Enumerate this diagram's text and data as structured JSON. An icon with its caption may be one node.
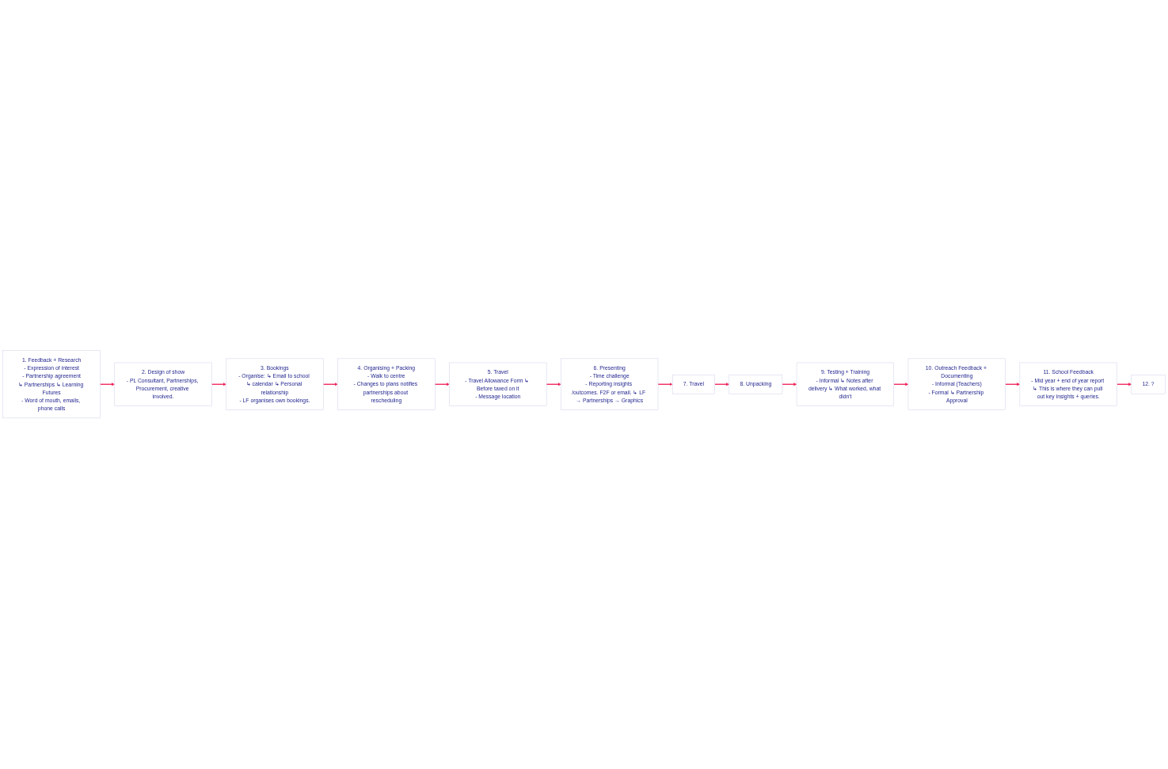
{
  "diagram": {
    "nodes": [
      {
        "text": [
          "1. Feedback + Research",
          "- Expression of interest",
          "- Partnership agreement",
          "↳ Partnerships ↳ Learning Futures",
          "- Word of mouth, emails, phone calls"
        ]
      },
      {
        "text": [
          "2. Design of show",
          "- PL Consultant, Partnerships, Procurement, creative involved."
        ]
      },
      {
        "text": [
          "3. Bookings",
          "- Organise: ↳ Email to school ↳ calendar ↳ Personal relationship",
          "- LF organises own bookings."
        ]
      },
      {
        "text": [
          "4. Organising + Packing",
          "- Walk to centre",
          "- Changes to plans notifies partnerships about rescheduling"
        ]
      },
      {
        "text": [
          "5. Travel",
          "- Travel Allowance Form ↳ Before taxed on it",
          "- Message location"
        ]
      },
      {
        "text": [
          "6. Presenting",
          "- Time challenge",
          "- Reporting insights /outcomes. F2F or email. ↳ LF → Partnerships → Graphics"
        ]
      },
      {
        "text": [
          "7. Travel"
        ]
      },
      {
        "text": [
          "8. Unpacking"
        ]
      },
      {
        "text": [
          "9. Testing + Training",
          "- Informal ↳ Notes after delivery ↳ What worked, what didn't"
        ]
      },
      {
        "text": [
          "10. Outreach Feedback + Documenting",
          "- Informal (Teachers)",
          "- Formal ↳ Partnership Approval"
        ]
      },
      {
        "text": [
          "11. School Feedback",
          "- Mid year + end of year report ↳ This is where they can pull out key insights + queries."
        ]
      },
      {
        "text": [
          "12. ?"
        ]
      }
    ],
    "edges": [
      {
        "from": 0,
        "to": 1,
        "arrow": "to"
      },
      {
        "from": 1,
        "to": 2,
        "arrow": "to"
      },
      {
        "from": 2,
        "to": 3,
        "arrow": "to"
      },
      {
        "from": 3,
        "to": 4,
        "arrow": "to"
      },
      {
        "from": 4,
        "to": 5,
        "arrow": "to"
      },
      {
        "from": 5,
        "to": 6,
        "arrow": "to"
      },
      {
        "from": 6,
        "to": 7,
        "arrow": "to"
      },
      {
        "from": 7,
        "to": 8,
        "arrow": "to"
      },
      {
        "from": 8,
        "to": 9,
        "arrow": "to"
      },
      {
        "from": 9,
        "to": 10,
        "arrow": "to"
      },
      {
        "from": 10,
        "to": 11,
        "arrow": "to"
      }
    ]
  }
}
